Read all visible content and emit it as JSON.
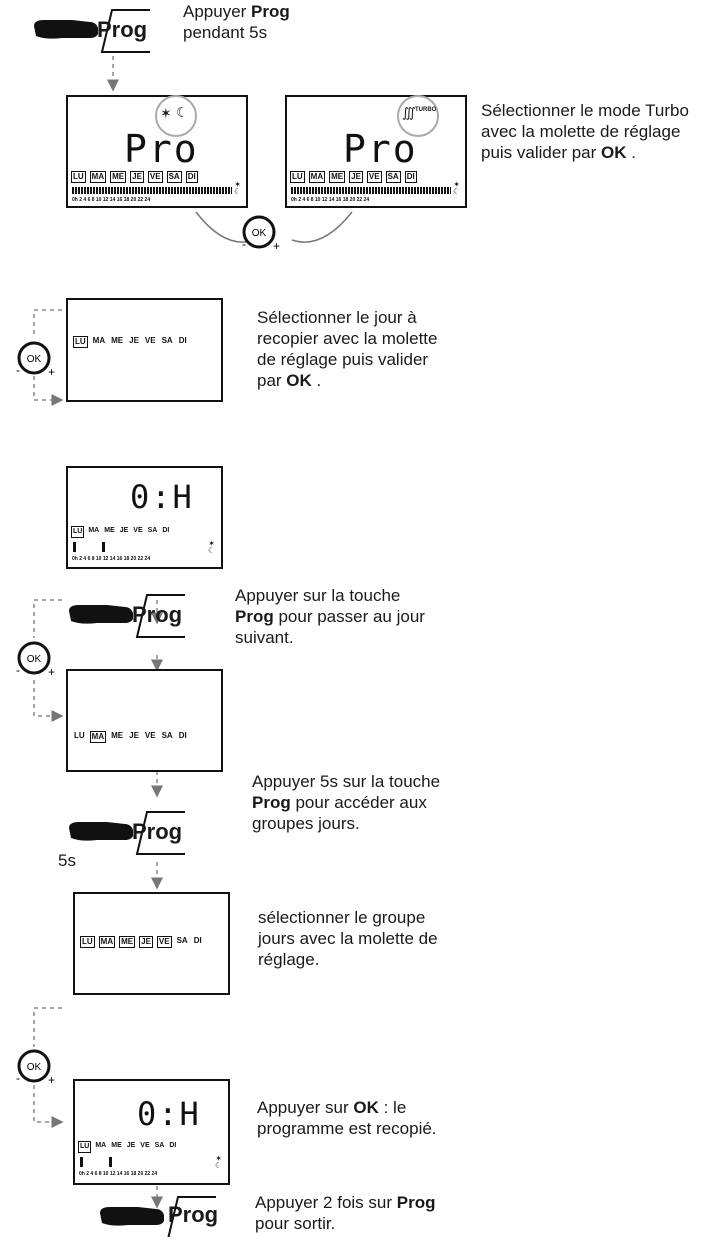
{
  "prog_label": "Prog",
  "ok_label": "OK",
  "icons": {
    "hand": "pointing-hand-icon",
    "sun_moon": "sun-moon-icon",
    "turbo": "turbo-radiator-icon"
  },
  "step1": {
    "pre": "Appuyer ",
    "strong": "Prog",
    "post": "pendant 5s"
  },
  "lcd_top_left": {
    "display": "Pro",
    "days": [
      "LU",
      "MA",
      "ME",
      "JE",
      "VE",
      "SA",
      "DI"
    ],
    "hours": "0h 2 4  6   8  10 12 14 16 18 20 22 24"
  },
  "lcd_top_right": {
    "display": "Pro",
    "turbo": "TURBO",
    "days": [
      "LU",
      "MA",
      "ME",
      "JE",
      "VE",
      "SA",
      "DI"
    ],
    "hours": "0h 2 4  6   8  10 12 14 16 18 20 22 24"
  },
  "turbo_text": {
    "line1": "Sélectionner le mode Turbo",
    "line2": "avec la molette de réglage",
    "line3_pre": "puis valider par ",
    "line3_strong": "OK",
    "line3_post": " ."
  },
  "step2": {
    "line1": "Sélectionner le jour à",
    "line2": "recopier avec la molette",
    "line3": "de réglage puis valider",
    "line4_pre": "par ",
    "line4_strong": "OK",
    "line4_post": " ."
  },
  "lcd_day": {
    "days": [
      "LU",
      "MA",
      "ME",
      "JE",
      "VE",
      "SA",
      "DI"
    ]
  },
  "lcd_oh1": {
    "display": "0:H",
    "days": [
      "LU",
      "MA",
      "ME",
      "JE",
      "VE",
      "SA",
      "DI"
    ],
    "hours": "0h 2 4  6   8  10 12 14 16 18 20 22 24"
  },
  "step3": {
    "line1": "Appuyer sur la touche",
    "line2_strong": "Prog",
    "line2_post": " pour passer au jour",
    "line3": "suivant."
  },
  "lcd_ma": {
    "days": [
      "LU",
      "MA",
      "ME",
      "JE",
      "VE",
      "SA",
      "DI"
    ]
  },
  "step4": {
    "line1": "Appuyer 5s sur la touche",
    "line2_strong": "Prog",
    "line2_post": " pour accéder aux",
    "line3": "groupes jours."
  },
  "label_5s": "5s",
  "lcd_group": {
    "days": [
      "LU",
      "MA",
      "ME",
      "JE",
      "VE",
      "SA",
      "DI"
    ]
  },
  "step5": {
    "line1": "sélectionner le groupe",
    "line2": "jours avec la molette de",
    "line3": "réglage."
  },
  "lcd_oh2": {
    "display": "0:H",
    "days": [
      "LU",
      "MA",
      "ME",
      "JE",
      "VE",
      "SA",
      "DI"
    ],
    "hours": "0h 2 4  6   8  10 12 14 16 18 20 22 24"
  },
  "step6": {
    "line1_pre": "Appuyer sur ",
    "line1_strong": "OK",
    "line1_post": " : le",
    "line2": "programme est recopié."
  },
  "step7": {
    "line1_pre": "Appuyer 2 fois sur ",
    "line1_strong": "Prog",
    "line2": "pour sortir."
  }
}
